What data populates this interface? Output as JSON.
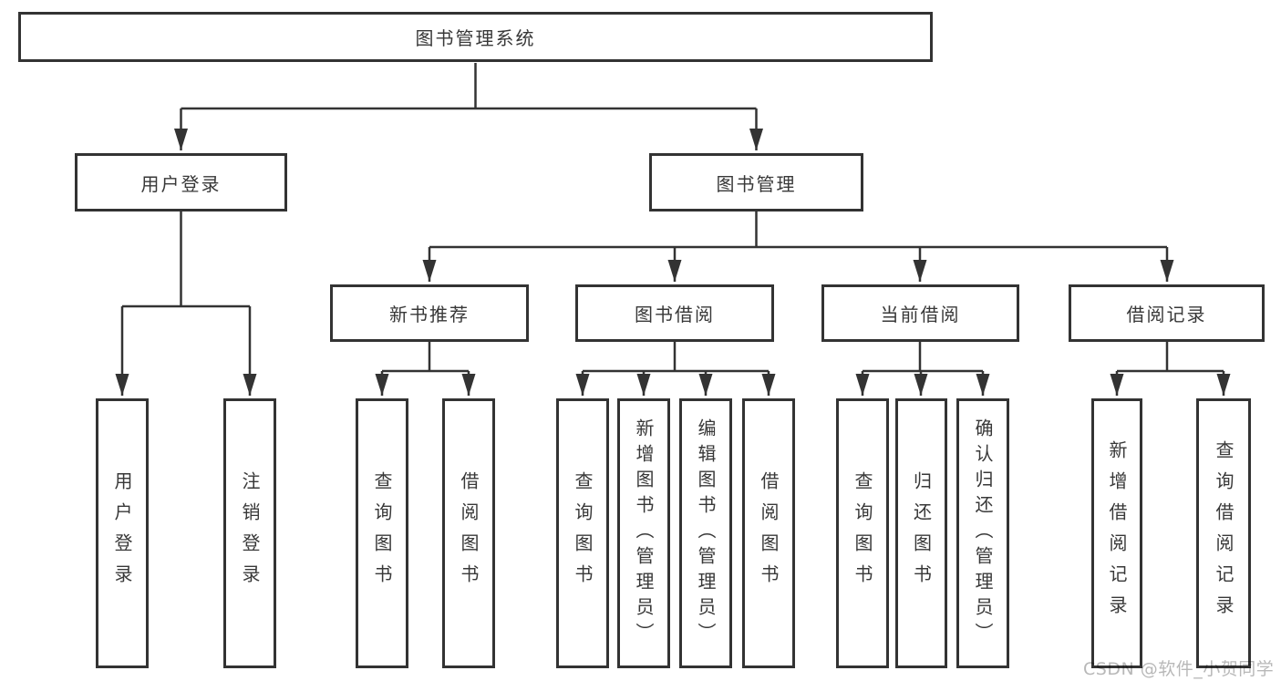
{
  "diagram": {
    "root": {
      "label": "图书管理系统"
    },
    "branches": [
      {
        "label": "用户登录",
        "leaves": [
          "用户登录",
          "注销登录"
        ]
      },
      {
        "label": "图书管理",
        "groups": [
          {
            "label": "新书推荐",
            "leaves": [
              "查询图书",
              "借阅图书"
            ]
          },
          {
            "label": "图书借阅",
            "leaves": [
              "查询图书",
              "新增图书（管理员）",
              "编辑图书（管理员）",
              "借阅图书"
            ]
          },
          {
            "label": "当前借阅",
            "leaves": [
              "查询图书",
              "归还图书",
              "确认归还（管理员）"
            ]
          },
          {
            "label": "借阅记录",
            "leaves": [
              "新增借阅记录",
              "查询借阅记录"
            ]
          }
        ]
      }
    ]
  },
  "watermark": "CSDN @软件_小贺同学",
  "colors": {
    "line": "#333333",
    "text": "#383838",
    "watermark": "#b8b8b8",
    "background": "#ffffff"
  }
}
